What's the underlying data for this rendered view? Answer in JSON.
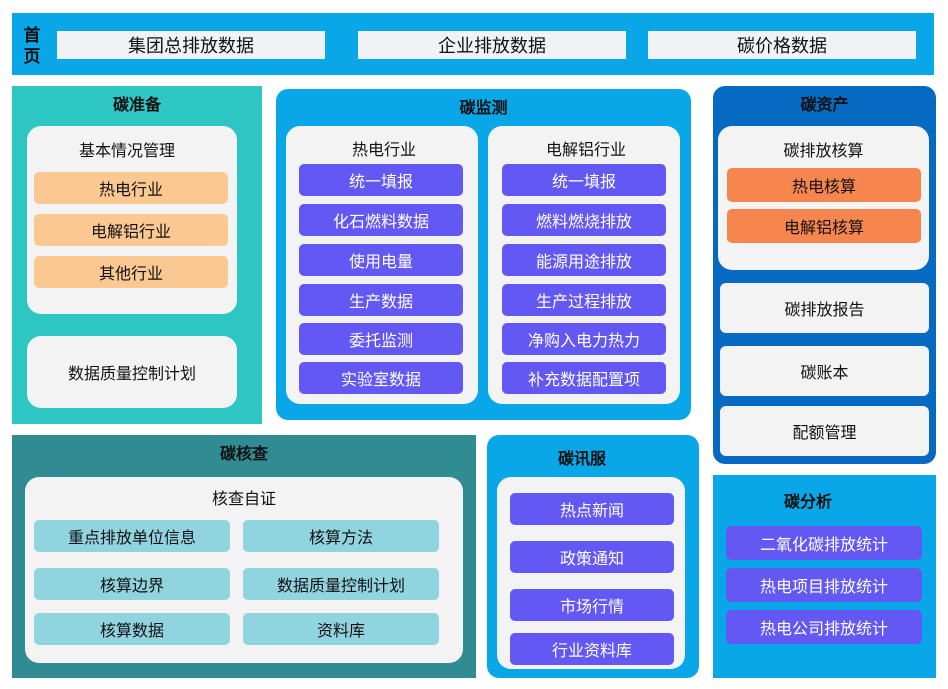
{
  "top": {
    "home": "首页",
    "buttons": [
      "集团总排放数据",
      "企业排放数据",
      "碳价格数据"
    ]
  },
  "prep": {
    "title": "碳准备",
    "basic": {
      "title": "基本情况管理",
      "items": [
        "热电行业",
        "电解铝行业",
        "其他行业"
      ]
    },
    "quality_plan": "数据质量控制计划"
  },
  "monitor": {
    "title": "碳监测",
    "thermal": {
      "title": "热电行业",
      "items": [
        "统一填报",
        "化石燃料数据",
        "使用电量",
        "生产数据",
        "委托监测",
        "实验室数据"
      ]
    },
    "aluminum": {
      "title": "电解铝行业",
      "items": [
        "统一填报",
        "燃料燃烧排放",
        "能源用途排放",
        "生产过程排放",
        "净购入电力热力",
        "补充数据配置项"
      ]
    }
  },
  "assets": {
    "title": "碳资产",
    "accounting": {
      "title": "碳排放核算",
      "items": [
        "热电核算",
        "电解铝核算"
      ]
    },
    "items": [
      "碳排放报告",
      "碳账本",
      "配额管理"
    ]
  },
  "verify": {
    "title": "碳核查",
    "self_check": {
      "title": "核查自证",
      "items": [
        "重点排放单位信息",
        "核算方法",
        "核算边界",
        "数据质量控制计划",
        "核算数据",
        "资料库"
      ]
    }
  },
  "news": {
    "title": "碳讯服",
    "items": [
      "热点新闻",
      "政策通知",
      "市场行情",
      "行业资料库"
    ]
  },
  "analysis": {
    "title": "碳分析",
    "items": [
      "二氧化碳排放统计",
      "热电项目排放统计",
      "热电公司排放统计"
    ]
  },
  "colors": {
    "top_blue": "#0aa7e8",
    "prep_teal": "#2ec6c2",
    "monitor_blue": "#0aa7e8",
    "assets_blue": "#0669c2",
    "verify_teal": "#318b93",
    "news_blue": "#0aa7e8",
    "analysis_blue": "#0aa7e8",
    "orange": "#fbc892",
    "deep_orange": "#f6864e",
    "purple": "#6458f4",
    "cyan": "#90d4e0"
  }
}
